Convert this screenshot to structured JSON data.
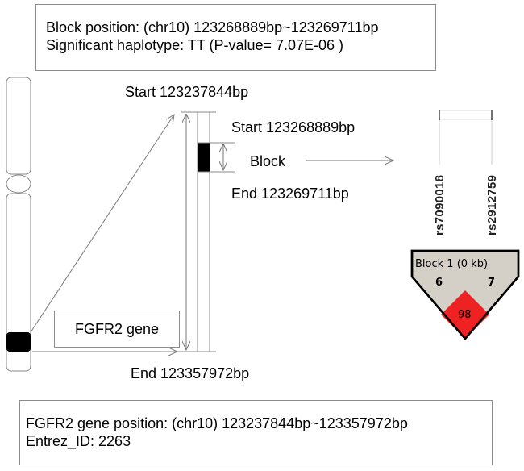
{
  "block_info": {
    "position_line": "Block position: (chr10) 123268889bp~123269711bp",
    "haplotype_line": "Significant haplotype: TT (P-value= 7.07E-06 )"
  },
  "gene_info": {
    "position_line": "FGFR2 gene position: (chr10) 123237844bp~123357972bp",
    "entrez_line": "Entrez_ID: 2263"
  },
  "gene": {
    "label": "FGFR2 gene",
    "start_label": "Start 123237844bp",
    "end_label": "End 123357972bp"
  },
  "block": {
    "label": "Block",
    "start_label": "Start 123268889bp",
    "end_label": "End 123269711bp"
  },
  "ld_plot": {
    "snps": [
      "rs7090018",
      "rs2912759"
    ],
    "block_title": "Block 1 (0 kb)",
    "marker_numbers": [
      "6",
      "7"
    ],
    "ld_value": "98",
    "colors": {
      "block_fill": "#d4d0c8",
      "ld_cell": "#ee2222"
    }
  }
}
